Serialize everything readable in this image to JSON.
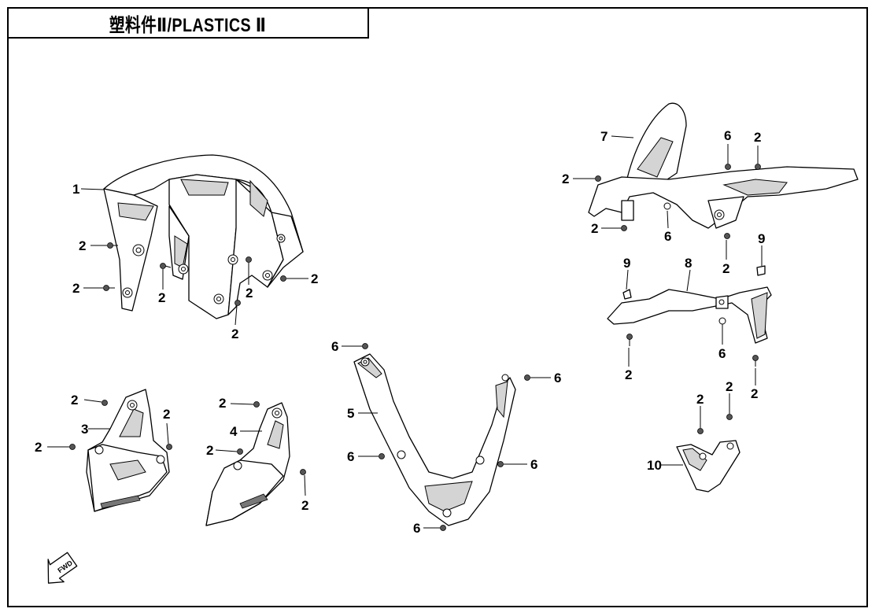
{
  "title": "塑料件Ⅱ/PLASTICS Ⅱ",
  "callouts": {
    "c1": "1",
    "c2a": "2",
    "c2b": "2",
    "c2c": "2",
    "c2d": "2",
    "c2e": "2",
    "c2f": "2",
    "c2g": "2",
    "c3": "3",
    "c2h": "2",
    "c2i": "2",
    "c4": "4",
    "c2j": "2",
    "c2k": "2",
    "c6a": "6",
    "c5": "5",
    "c6b": "6",
    "c6c": "6",
    "c6d": "6",
    "c6e": "6",
    "c7": "7",
    "c6f": "6",
    "c2l": "2",
    "c2m": "2",
    "c2n": "2",
    "c6g": "6",
    "c2o": "2",
    "c9a": "9",
    "c9b": "9",
    "c8": "8",
    "c6h": "6",
    "c2p": "2",
    "c2q": "2",
    "c2r": "2",
    "c2s": "2",
    "c10": "10"
  },
  "icons": {
    "front_direction": "fwd-arrow-icon"
  }
}
